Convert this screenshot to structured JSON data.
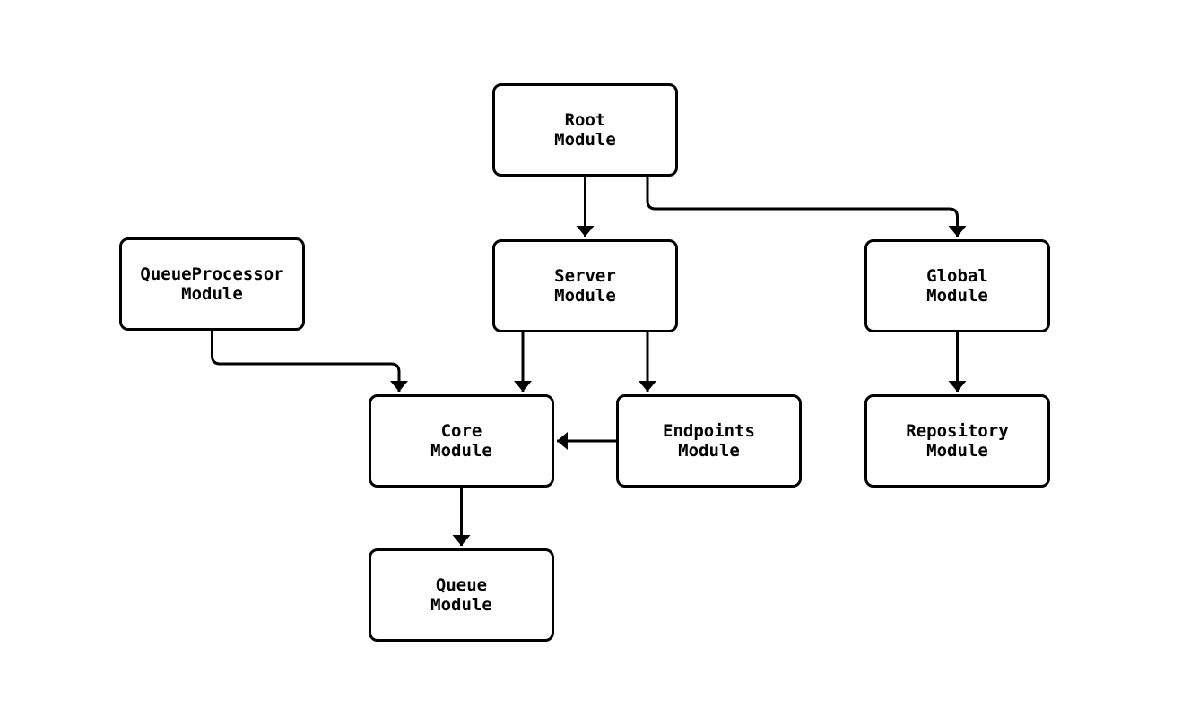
{
  "diagram": {
    "kind": "module-dependency-graph",
    "background_color": "#ffffff",
    "node_fill_color": "#ffffff",
    "stroke_color": "#000000",
    "nodes": {
      "root": {
        "name": "Root",
        "type": "Module"
      },
      "queueprocessor": {
        "name": "QueueProcessor",
        "type": "Module"
      },
      "server": {
        "name": "Server",
        "type": "Module"
      },
      "global": {
        "name": "Global",
        "type": "Module"
      },
      "core": {
        "name": "Core",
        "type": "Module"
      },
      "endpoints": {
        "name": "Endpoints",
        "type": "Module"
      },
      "repository": {
        "name": "Repository",
        "type": "Module"
      },
      "queue": {
        "name": "Queue",
        "type": "Module"
      }
    },
    "edges": [
      {
        "from": "Root Module",
        "to": "Server Module"
      },
      {
        "from": "Root Module",
        "to": "Global Module"
      },
      {
        "from": "QueueProcessor Module",
        "to": "Core Module"
      },
      {
        "from": "Server Module",
        "to": "Core Module"
      },
      {
        "from": "Server Module",
        "to": "Endpoints Module"
      },
      {
        "from": "Endpoints Module",
        "to": "Core Module"
      },
      {
        "from": "Global Module",
        "to": "Repository Module"
      },
      {
        "from": "Core Module",
        "to": "Queue Module"
      }
    ]
  }
}
